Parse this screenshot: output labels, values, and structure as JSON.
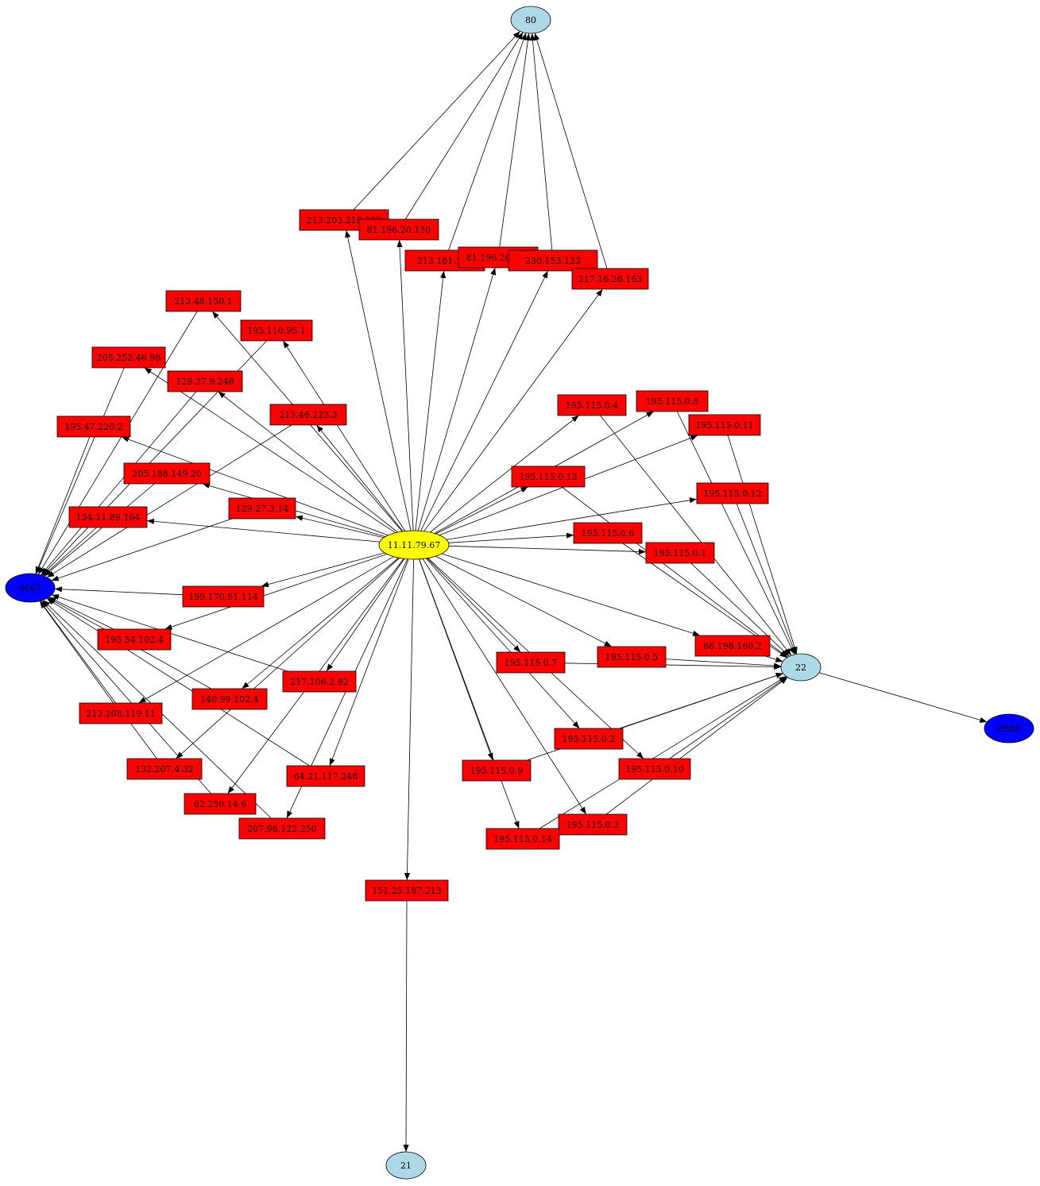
{
  "colors": {
    "center": "#ffff00",
    "host": "#ff0000",
    "port": "#add8e6",
    "backdoor_port": "#0000ff",
    "edge": "#000000"
  },
  "nodes": [
    {
      "id": "c",
      "label": "11.11.79.67",
      "kind": "center"
    },
    {
      "id": "p80",
      "label": "80",
      "kind": "port"
    },
    {
      "id": "p22",
      "label": "22",
      "kind": "port"
    },
    {
      "id": "p21",
      "label": "21",
      "kind": "port"
    },
    {
      "id": "p6667",
      "label": "6667",
      "kind": "backdoor_port"
    },
    {
      "id": "p8888",
      "label": "8888",
      "kind": "backdoor_port"
    },
    {
      "id": "h1",
      "label": "213.203.218.122",
      "kind": "host"
    },
    {
      "id": "h2",
      "label": "81.196.20.130",
      "kind": "host"
    },
    {
      "id": "h3",
      "label": "213.161.196",
      "kind": "host"
    },
    {
      "id": "h4",
      "label": "81.196.20.134",
      "kind": "host"
    },
    {
      "id": "h5",
      "label": "230.153.133",
      "kind": "host"
    },
    {
      "id": "h6",
      "label": "217.16.26.163",
      "kind": "host"
    },
    {
      "id": "h7",
      "label": "213.48.150.1",
      "kind": "host"
    },
    {
      "id": "h8",
      "label": "193.110.95.1",
      "kind": "host"
    },
    {
      "id": "h9",
      "label": "205.252.46.98",
      "kind": "host"
    },
    {
      "id": "h10",
      "label": "129.27.9.248",
      "kind": "host"
    },
    {
      "id": "h11",
      "label": "213.46.223.3",
      "kind": "host"
    },
    {
      "id": "h12",
      "label": "195.47.220.2",
      "kind": "host"
    },
    {
      "id": "h13",
      "label": "205.188.149.20",
      "kind": "host"
    },
    {
      "id": "h14",
      "label": "129.27.3.14",
      "kind": "host"
    },
    {
      "id": "h15",
      "label": "154.11.89.164",
      "kind": "host"
    },
    {
      "id": "h16",
      "label": "199.170.91.114",
      "kind": "host"
    },
    {
      "id": "h17",
      "label": "195.54.102.4",
      "kind": "host"
    },
    {
      "id": "h18",
      "label": "217.106.2.92",
      "kind": "host"
    },
    {
      "id": "h19",
      "label": "140.99.102.4",
      "kind": "host"
    },
    {
      "id": "h20",
      "label": "213.208.119.11",
      "kind": "host"
    },
    {
      "id": "h21",
      "label": "132.207.4.32",
      "kind": "host"
    },
    {
      "id": "h22",
      "label": "64.21.117.248",
      "kind": "host"
    },
    {
      "id": "h23",
      "label": "62.250.14.6",
      "kind": "host"
    },
    {
      "id": "h24",
      "label": "207.96.122.250",
      "kind": "host"
    },
    {
      "id": "h25",
      "label": "151.25.187.213",
      "kind": "host"
    },
    {
      "id": "h26",
      "label": "195.115.0.4",
      "kind": "host"
    },
    {
      "id": "h27",
      "label": "195.115.0.8",
      "kind": "host"
    },
    {
      "id": "h28",
      "label": "195.115.0.11",
      "kind": "host"
    },
    {
      "id": "h29",
      "label": "195.115.0.13",
      "kind": "host"
    },
    {
      "id": "h30",
      "label": "195.115.0.12",
      "kind": "host"
    },
    {
      "id": "h31",
      "label": "195.115.0.6",
      "kind": "host"
    },
    {
      "id": "h32",
      "label": "195.115.0.1",
      "kind": "host"
    },
    {
      "id": "h33",
      "label": "66.198.160.2",
      "kind": "host"
    },
    {
      "id": "h34",
      "label": "195.115.0.5",
      "kind": "host"
    },
    {
      "id": "h35",
      "label": "195.115.0.7",
      "kind": "host"
    },
    {
      "id": "h36",
      "label": "195.115.0.2",
      "kind": "host"
    },
    {
      "id": "h37",
      "label": "195.115.0.9",
      "kind": "host"
    },
    {
      "id": "h38",
      "label": "195.115.0.10",
      "kind": "host"
    },
    {
      "id": "h39",
      "label": "195.115.0.3",
      "kind": "host"
    },
    {
      "id": "h40",
      "label": "195.115.0.14",
      "kind": "host"
    }
  ],
  "edges": [
    [
      "c",
      "h1"
    ],
    [
      "c",
      "h2"
    ],
    [
      "c",
      "h3"
    ],
    [
      "c",
      "h4"
    ],
    [
      "c",
      "h5"
    ],
    [
      "c",
      "h6"
    ],
    [
      "c",
      "h7"
    ],
    [
      "c",
      "h8"
    ],
    [
      "c",
      "h9"
    ],
    [
      "c",
      "h10"
    ],
    [
      "c",
      "h11"
    ],
    [
      "c",
      "h12"
    ],
    [
      "c",
      "h13"
    ],
    [
      "c",
      "h14"
    ],
    [
      "c",
      "h15"
    ],
    [
      "c",
      "h16"
    ],
    [
      "c",
      "h17"
    ],
    [
      "c",
      "h18"
    ],
    [
      "c",
      "h19"
    ],
    [
      "c",
      "h20"
    ],
    [
      "c",
      "h21"
    ],
    [
      "c",
      "h22"
    ],
    [
      "c",
      "h23"
    ],
    [
      "c",
      "h24"
    ],
    [
      "c",
      "h25"
    ],
    [
      "c",
      "h26"
    ],
    [
      "c",
      "h27"
    ],
    [
      "c",
      "h28"
    ],
    [
      "c",
      "h29"
    ],
    [
      "c",
      "h30"
    ],
    [
      "c",
      "h31"
    ],
    [
      "c",
      "h32"
    ],
    [
      "c",
      "h33"
    ],
    [
      "c",
      "h34"
    ],
    [
      "c",
      "h35"
    ],
    [
      "c",
      "h36"
    ],
    [
      "c",
      "h37"
    ],
    [
      "c",
      "h38"
    ],
    [
      "c",
      "h39"
    ],
    [
      "c",
      "h40"
    ],
    [
      "h1",
      "p80"
    ],
    [
      "h2",
      "p80"
    ],
    [
      "h3",
      "p80"
    ],
    [
      "h4",
      "p80"
    ],
    [
      "h5",
      "p80"
    ],
    [
      "h6",
      "p80"
    ],
    [
      "h7",
      "p6667"
    ],
    [
      "h8",
      "p6667"
    ],
    [
      "h9",
      "p6667"
    ],
    [
      "h10",
      "p6667"
    ],
    [
      "h11",
      "p6667"
    ],
    [
      "h12",
      "p6667"
    ],
    [
      "h13",
      "p6667"
    ],
    [
      "h14",
      "p6667"
    ],
    [
      "h15",
      "p6667"
    ],
    [
      "h16",
      "p6667"
    ],
    [
      "h17",
      "p6667"
    ],
    [
      "h18",
      "p6667"
    ],
    [
      "h19",
      "p6667"
    ],
    [
      "h20",
      "p6667"
    ],
    [
      "h21",
      "p6667"
    ],
    [
      "h22",
      "p6667"
    ],
    [
      "h23",
      "p6667"
    ],
    [
      "h24",
      "p6667"
    ],
    [
      "h25",
      "p21"
    ],
    [
      "h26",
      "p22"
    ],
    [
      "h27",
      "p22"
    ],
    [
      "h28",
      "p22"
    ],
    [
      "h29",
      "p22"
    ],
    [
      "h30",
      "p22"
    ],
    [
      "h31",
      "p22"
    ],
    [
      "h32",
      "p22"
    ],
    [
      "h33",
      "p22"
    ],
    [
      "h34",
      "p22"
    ],
    [
      "h35",
      "p22"
    ],
    [
      "h36",
      "p22"
    ],
    [
      "h37",
      "p22"
    ],
    [
      "h38",
      "p22"
    ],
    [
      "h39",
      "p22"
    ],
    [
      "h40",
      "p22"
    ],
    [
      "p22",
      "p8888"
    ]
  ]
}
